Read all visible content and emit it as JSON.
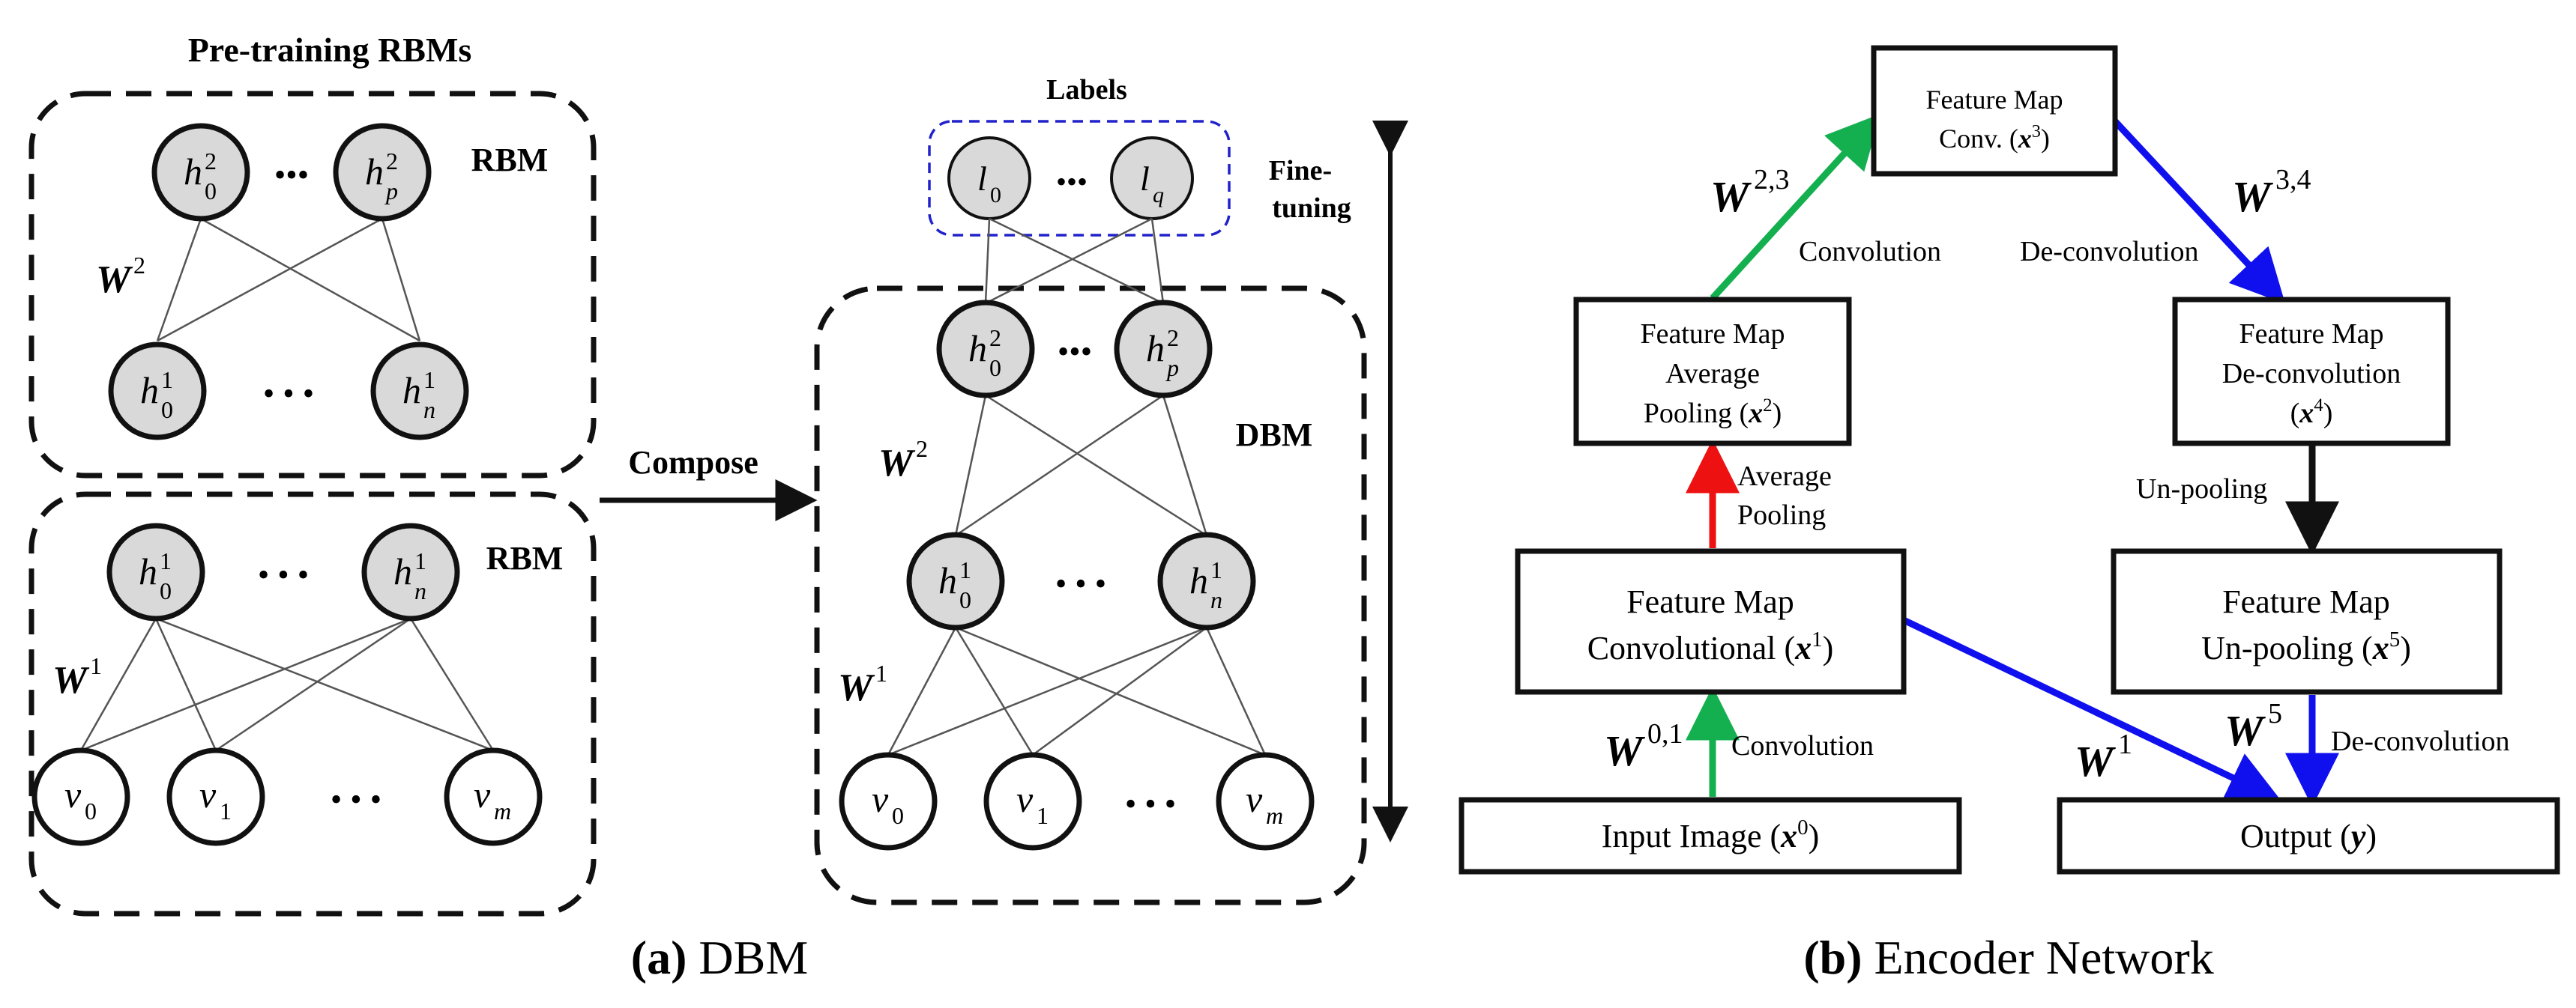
{
  "dbm": {
    "pretraining_title": "Pre-training RBMs",
    "rbm_label": "RBM",
    "rbm_label_2": "RBM",
    "compose_label": "Compose",
    "labels_title": "Labels",
    "finetuning_line1": "Fine-",
    "finetuning_line2": "tuning",
    "dbm_label": "DBM",
    "caption_letter": "(a)",
    "caption_text": " DBM",
    "nodes": {
      "h": "h",
      "v": "v",
      "l": "l",
      "sub_0": "0",
      "sub_1": "1",
      "sub_m": "m",
      "sub_n": "n",
      "sub_p": "p",
      "sub_q": "q",
      "sup_1": "1",
      "sup_2": "2",
      "dots": "•••",
      "dots_spaced": "• • •"
    },
    "weights": {
      "W": "W",
      "sup_1": "1",
      "sup_2": "2"
    }
  },
  "encoder": {
    "conv3_line1": "Feature Map",
    "conv3_line2_pre": "Conv. (",
    "conv3_line2_sup": "3",
    "conv3_line2_post": ")",
    "avgpool_line1": "Feature Map",
    "avgpool_line2": "Average",
    "avgpool_line3_pre": "Pooling (",
    "avgpool_line3_sup": "2",
    "avgpool_line3_post": ")",
    "deconv_line1": "Feature Map",
    "deconv_line2": "De-convolution",
    "deconv_line3_pre": "(",
    "deconv_line3_sup": "4",
    "deconv_line3_post": ")",
    "conv1_line1": "Feature Map",
    "conv1_line2_pre": "Convolutional (",
    "conv1_line2_sup": "1",
    "conv1_line2_post": ")",
    "unpool_line1": "Feature Map",
    "unpool_line2_pre": "Un-pooling (",
    "unpool_line2_sup": "5",
    "unpool_line2_post": ")",
    "input_pre": "Input Image (",
    "input_sup": "0",
    "input_post": ")",
    "output_pre": "Output (",
    "output_var": "y",
    "output_post": ")",
    "x_var": "x",
    "edge_convolution_1": "Convolution",
    "edge_deconvolution_1": "De-convolution",
    "edge_average": "Average",
    "edge_pooling": "Pooling",
    "edge_unpooling": "Un-pooling",
    "edge_convolution_2": "Convolution",
    "edge_deconvolution_2": "De-convolution",
    "W": "W",
    "w23_sup": "2,3",
    "w34_sup": "3,4",
    "w01_sup": "0,1",
    "w1_sup": "1",
    "w5_sup": "5",
    "caption_letter": "(b)",
    "caption_text": " Encoder Network"
  },
  "colors": {
    "green": "#14b04f",
    "blue": "#1010ee",
    "red": "#ee1111",
    "black": "#111111",
    "node_fill": "#d9d9d9",
    "label_box": "#2222cc"
  }
}
